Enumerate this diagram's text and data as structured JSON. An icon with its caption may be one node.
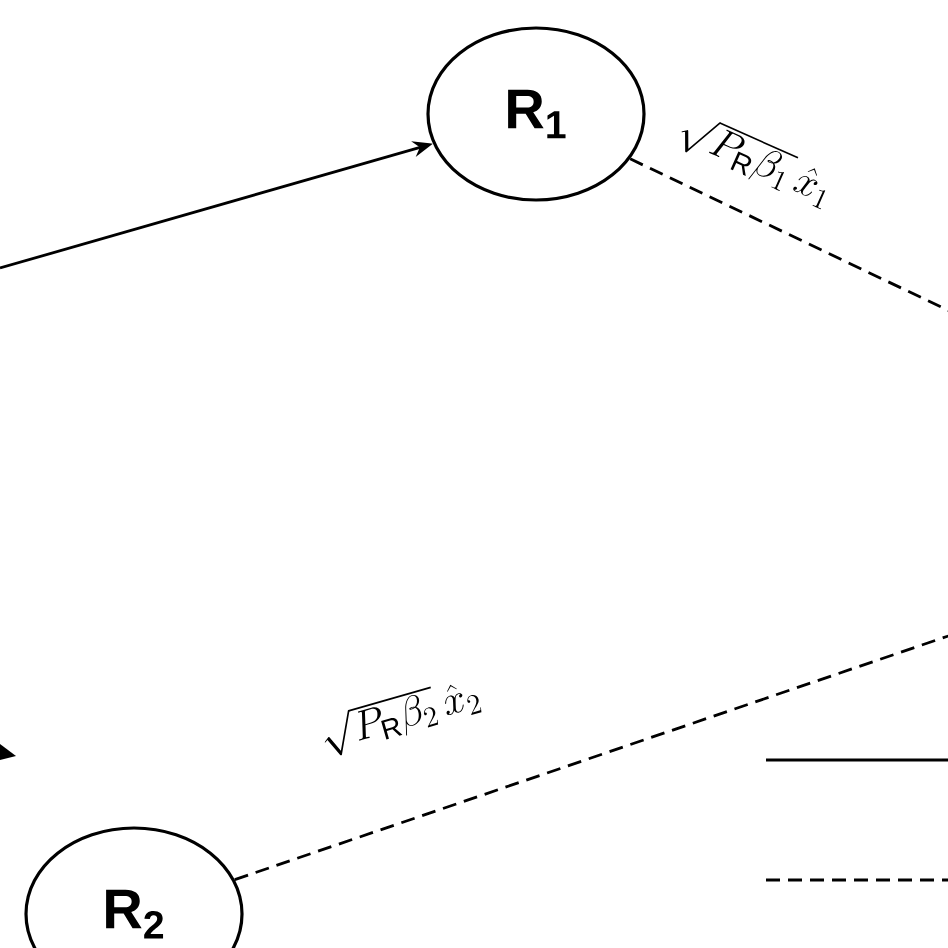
{
  "diagram": {
    "nodes": [
      {
        "text": [
          "R$_{1}$"
        ]
      },
      {
        "text": [
          "R$_{2}$"
        ]
      }
    ],
    "edges": [
      {
        "from": null,
        "to": 0,
        "arrow": "to"
      },
      {
        "from": 0,
        "to": null,
        "arrow": "none",
        "style": "dashed",
        "label": "\\sqrt{P_{\\mathrm{R}}\\beta_1}\\,\\hat{x}_1"
      },
      {
        "from": 1,
        "to": null,
        "arrow": "none",
        "style": "dashed",
        "label": "\\sqrt{P_{\\mathrm{R}}\\beta_2}\\,\\hat{x}_2"
      }
    ]
  }
}
